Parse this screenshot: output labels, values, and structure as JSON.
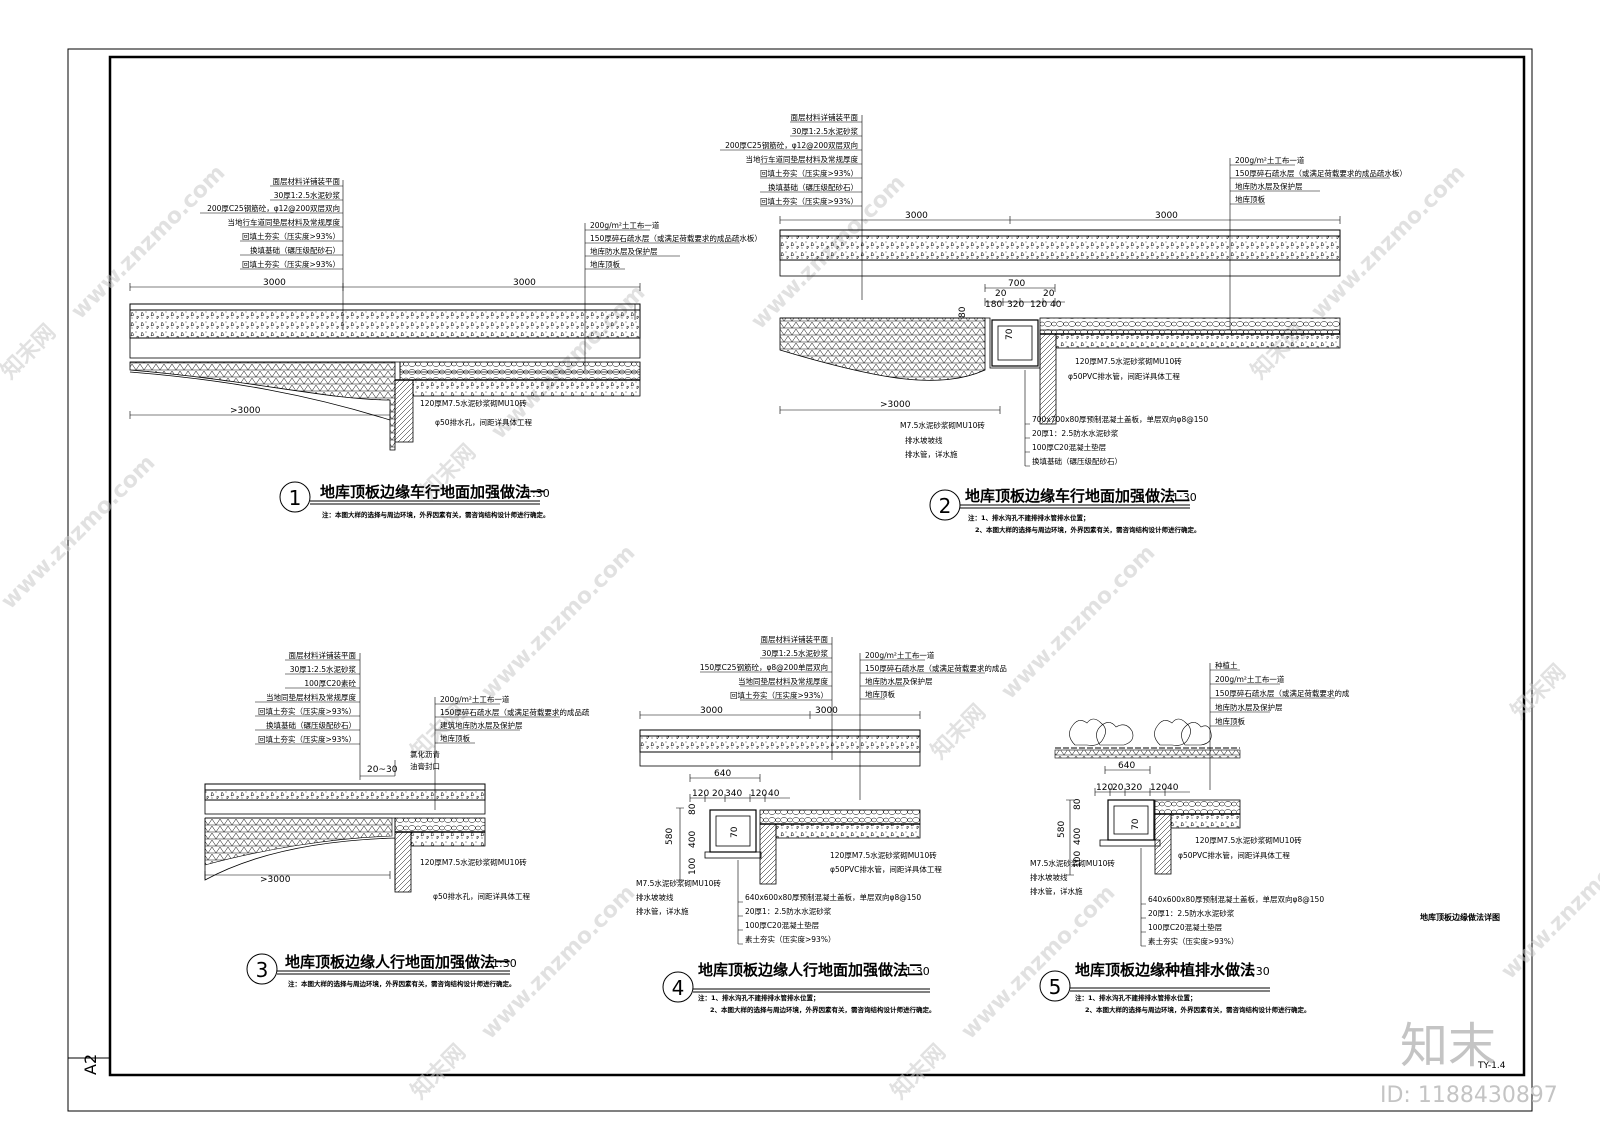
{
  "sheet": {
    "size_tag": "A2",
    "sheet_no": "TY-1.4",
    "sheet_title": "地库顶板边缘做法详图",
    "logo_text": "知末",
    "id_text": "ID: 1188430897",
    "watermark": "www.znzmo.com",
    "watermark_brand": "知末网"
  },
  "details": [
    {
      "number": "1",
      "title": "地库顶板边缘车行地面加强做法一",
      "scale": "1:30",
      "notes": [
        "注：本图大样的选择与周边环境，外界因素有关，需咨询结构设计师进行确定。"
      ],
      "dims": [
        "3000",
        "3000",
        ">3000"
      ],
      "labels_left": [
        "面层材料详铺装平面",
        "30厚1:2.5水泥砂浆",
        "200厚C25钢筋砼，φ12@200双层双向",
        "当地行车道同垫层材料及常规厚度",
        "回填土夯实（压实度>93%）",
        "换填基础（碾压级配砂石）",
        "回填土夯实（压实度>93%）"
      ],
      "labels_right": [
        "200g/m²土工布一道",
        "150厚碎石疏水层（或满足荷载要求的成品疏水板）",
        "地库防水层及保护层",
        "地库顶板"
      ],
      "labels_bottom": [
        "120厚M7.5水泥砂浆砌MU10砖",
        "φ50排水孔，间距详具体工程"
      ]
    },
    {
      "number": "2",
      "title": "地库顶板边缘车行地面加强做法二",
      "scale": "1:30",
      "notes": [
        "注：1、排水沟孔不建排排水管排水位置；",
        "2、本图大样的选择与周边环境，外界因素有关，需咨询结构设计师进行确定。"
      ],
      "dims": [
        "3000",
        "3000",
        "700",
        "20",
        "20",
        "180",
        "320",
        "120",
        "40",
        "80",
        "70",
        ">3000"
      ],
      "labels_left": [
        "面层材料详铺装平面",
        "30厚1:2.5水泥砂浆",
        "200厚C25钢筋砼，φ12@200双层双向",
        "当地行车道同垫层材料及常规厚度",
        "回填土夯实（压实度>93%）",
        "换填基础（碾压级配砂石）",
        "回填土夯实（压实度>93%）"
      ],
      "labels_right": [
        "200g/m²土工布一道",
        "150厚碎石疏水层（或满足荷载要求的成品疏水板）",
        "地库防水层及保护层",
        "地库顶板"
      ],
      "labels_mid": [
        "120厚M7.5水泥砂浆砌MU10砖",
        "φ50PVC排水管，间距详具体工程"
      ],
      "labels_bottom": [
        "M7.5水泥砂浆砌MU10砖",
        "700x700x80厚预制混凝土盖板，单层双向φ8@150",
        "20厚1：2.5防水水泥砂浆",
        "100厚C20混凝土垫层",
        "换填基础（碾压级配砂石）",
        "排水坡坡线",
        "排水管，详水施"
      ]
    },
    {
      "number": "3",
      "title": "地库顶板边缘人行地面加强做法一",
      "scale": "1:30",
      "notes": [
        "注：本图大样的选择与周边环境，外界因素有关，需咨询结构设计师进行确定。"
      ],
      "dims": [
        "20~30",
        ">3000"
      ],
      "labels_left": [
        "面层材料详铺装平面",
        "30厚1:2.5水泥砂浆",
        "100厚C20素砼",
        "当地同垫层材料及常规厚度",
        "回填土夯实（压实度>93%）",
        "换填基础（碾压级配砂石）",
        "回填土夯实（压实度>93%）"
      ],
      "labels_right": [
        "200g/m²土工布一道",
        "150厚碎石疏水层（或满足荷载要求的成品疏",
        "建筑地库防水层及保护层",
        "地库顶板"
      ],
      "labels_mid": [
        "氯化沥青",
        "油膏封口"
      ],
      "labels_bottom": [
        "120厚M7.5水泥砂浆砌MU10砖",
        "φ50排水孔，间距详具体工程"
      ]
    },
    {
      "number": "4",
      "title": "地库顶板边缘人行地面加强做法二",
      "scale": "1:30",
      "notes": [
        "注：1、排水沟孔不建排排水管排水位置；",
        "2、本图大样的选择与周边环境，外界因素有关，需咨询结构设计师进行确定。"
      ],
      "dims": [
        "3000",
        "3000",
        "640",
        "120",
        "20",
        "340",
        "120",
        "40",
        "80",
        "70",
        "580",
        "400",
        "100"
      ],
      "labels_left": [
        "面层材料详铺装平面",
        "30厚1:2.5水泥砂浆",
        "150厚C25钢筋砼，φ8@200单层双向",
        "当地同垫层材料及常规厚度",
        "回填土夯实（压实度>93%）"
      ],
      "labels_right": [
        "200g/m²土工布一道",
        "150厚碎石疏水层（或满足荷载要求的成品",
        "地库防水层及保护层",
        "地库顶板"
      ],
      "labels_mid": [
        "120厚M7.5水泥砂浆砌MU10砖",
        "φ50PVC排水管，间距详具体工程"
      ],
      "labels_bottom": [
        "M7.5水泥砂浆砌MU10砖",
        "排水坡坡线",
        "排水管，详水施",
        "640x600x80厚预制混凝土盖板，单层双向φ8@150",
        "20厚1：2.5防水水泥砂浆",
        "100厚C20混凝土垫层",
        "素土夯实（压实度>93%）"
      ]
    },
    {
      "number": "5",
      "title": "地库顶板边缘种植排水做法",
      "scale": "1:30",
      "notes": [
        "注：1、排水沟孔不建排排水管排水位置；",
        "2、本图大样的选择与周边环境，外界因素有关，需咨询结构设计师进行确定。"
      ],
      "dims": [
        "640",
        "120",
        "20",
        "320",
        "120",
        "40",
        "80",
        "70",
        "580",
        "400",
        "100"
      ],
      "labels_right": [
        "种植土",
        "200g/m²土工布一道",
        "150厚碎石疏水层（或满足荷载要求的成",
        "地库防水层及保护层",
        "地库顶板"
      ],
      "labels_mid": [
        "120厚M7.5水泥砂浆砌MU10砖",
        "φ50PVC排水管，间距详具体工程"
      ],
      "labels_bottom": [
        "M7.5水泥砂浆砌MU10砖",
        "排水坡坡线",
        "排水管，详水施",
        "640x600x80厚预制混凝土盖板，单层双向φ8@150",
        "20厚1：2.5防水水泥砂浆",
        "100厚C20混凝土垫层",
        "素土夯实（压实度>93%）"
      ]
    }
  ]
}
